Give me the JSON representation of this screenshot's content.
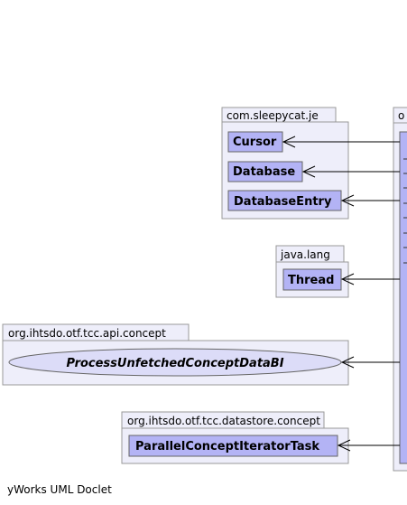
{
  "packages": [
    {
      "name": "com.sleepycat.je",
      "classes": [
        "Cursor",
        "Database",
        "DatabaseEntry"
      ]
    },
    {
      "name": "java.lang",
      "classes": [
        "Thread"
      ]
    },
    {
      "name": "org.ihtsdo.otf.tcc.api.concept",
      "interfaces": [
        "ProcessUnfetchedConceptDataBI"
      ]
    },
    {
      "name": "org.ihtsdo.otf.tcc.datastore.concept",
      "classes": [
        "ParallelConceptIteratorTask"
      ]
    },
    {
      "name": "o"
    }
  ],
  "footer": "yWorks UML Doclet",
  "colors": {
    "package_fill": "#eeeefa",
    "package_border": "#999999",
    "class_fill": "#b3b3f5",
    "class_border": "#666666",
    "interface_fill": "#dcdcf8",
    "edge": "#000000"
  }
}
